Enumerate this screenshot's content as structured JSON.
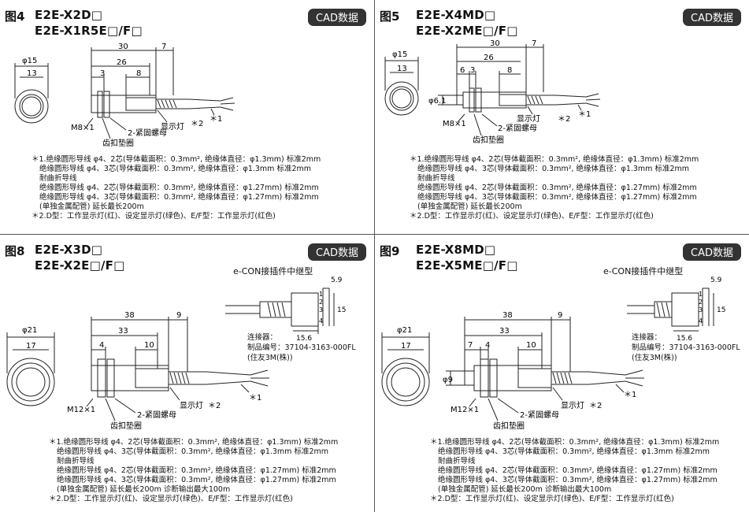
{
  "panels": [
    {
      "fig": "图4",
      "model_1": "E2E-X2D□",
      "model_2": "E2E-X1R5E□/F□",
      "cad": "CAD数据",
      "dims": {
        "d1": "φ15",
        "d2": "13",
        "len_30": "30",
        "len_7": "7",
        "len_26": "26",
        "len_3": "3",
        "len_8": "8"
      },
      "labels": {
        "thread": "M8×1",
        "nut": "2-紧固螺母",
        "washer": "齿扣垫圈",
        "lamp": "显示灯",
        "star2": "＊2",
        "star1": "＊1"
      },
      "notes": [
        "＊1.绝缘圆形导线 φ4、2芯(导体截面积：0.3mm², 绝缘体直径：φ1.3mm) 标准2mm",
        "绝缘圆形导线 φ4、3芯(导体截面积：0.3mm², 绝缘体直径：φ1.3mm 标准2mm",
        "耐曲折导线",
        "绝缘圆形导线 φ4、2芯(导体截面积：0.3mm², 绝缘体直径：φ1.27mm) 标准2mm",
        "绝缘圆形导线 φ4、3芯(导体截面积：0.3mm², 绝缘体直径：φ1.27mm) 标准2mm",
        "(单独金属配管) 延长最长200m",
        "＊2.D型：工作显示灯(红)、设定显示灯(绿色)、E/F型：工作显示灯(红色)"
      ]
    },
    {
      "fig": "图5",
      "model_1": "E2E-X4MD□",
      "model_2": "E2E-X2ME□/F□",
      "cad": "CAD数据",
      "dims": {
        "d1": "φ15",
        "d2": "13",
        "len_30": "30",
        "len_7": "7",
        "len_26": "26",
        "len_6": "6",
        "len_3": "3",
        "len_8": "8",
        "dia_inner": "φ6.1"
      },
      "labels": {
        "thread": "M8×1",
        "nut": "2-紧固螺母",
        "washer": "齿扣垫圈",
        "lamp": "显示灯",
        "star2": "＊2",
        "star1": "＊1"
      },
      "notes": [
        "＊1.绝缘圆形导线 φ4、2芯(导体截面积：0.3mm², 绝缘体直径：φ1.3mm) 标准2mm",
        "绝缘圆形导线 φ4、3芯(导体截面积：0.3mm², 绝缘体直径：φ1.3mm 标准2mm",
        "耐曲折导线",
        "绝缘圆形导线 φ4、2芯(导体截面积：0.3mm², 绝缘体直径：φ1.27mm) 标准2mm",
        "绝缘圆形导线 φ4、3芯(导体截面积：0.3mm², 绝缘体直径：φ1.27mm) 标准2mm",
        "(单独金属配管) 延长最长200m",
        "＊2.D型：工作显示灯(红)、设定显示灯(绿色)、E/F型：工作显示灯(红色)"
      ]
    },
    {
      "fig": "图8",
      "model_1": "E2E-X3D□",
      "model_2": "E2E-X2E□/F□",
      "cad": "CAD数据",
      "econ": "e-CON接插件中继型",
      "connector": [
        "连接器：",
        "制品编号：37104-3163-000FL",
        "(住友3M(株))"
      ],
      "econ_dims": {
        "w": "5.9",
        "h": "15",
        "l": "15.6"
      },
      "pins": [
        "1",
        "2",
        "3",
        "4"
      ],
      "dims": {
        "d1": "φ21",
        "d2": "17",
        "len_38": "38",
        "len_9": "9",
        "len_33": "33",
        "len_4": "4",
        "len_10": "10"
      },
      "labels": {
        "thread": "M12×1",
        "nut": "2-紧固螺母",
        "washer": "齿扣垫圈",
        "lamp": "显示灯",
        "star2": "＊2",
        "star1": "＊1"
      },
      "notes": [
        "＊1.绝缘圆形导线 φ4、2芯(导体截面积：0.3mm², 绝缘体直径：φ1.3mm) 标准2mm",
        "绝缘圆形导线 φ4、3芯(导体截面积：0.3mm², 绝缘体直径：φ1.3mm 标准2mm",
        "耐曲折导线",
        "绝缘圆形导线 φ4、2芯(导体截面积：0.3mm², 绝缘体直径：φ1.27mm) 标准2mm",
        "绝缘圆形导线 φ4、3芯(导体截面积：0.3mm², 绝缘体直径：φ1.27mm) 标准2mm",
        "(单独金属配管) 延长最长200m  诊断输出最大100m",
        "＊2.D型：工作显示灯(红)、设定显示灯(绿色)、E/F型：工作显示灯(红色)"
      ]
    },
    {
      "fig": "图9",
      "model_1": "E2E-X8MD□",
      "model_2": "E2E-X5ME□/F□",
      "cad": "CAD数据",
      "econ": "e-CON接插件中继型",
      "connector": [
        "连接器：",
        "制品编号：37104-3163-000FL",
        "(住友3M(株))"
      ],
      "econ_dims": {
        "w": "5.9",
        "h": "15",
        "l": "15.6"
      },
      "pins": [
        "1",
        "2",
        "3",
        "4"
      ],
      "dims": {
        "d1": "φ21",
        "d2": "17",
        "len_38": "38",
        "len_9": "9",
        "len_33": "33",
        "len_7": "7",
        "len_4": "4",
        "len_10": "10",
        "dia_inner": "φ9"
      },
      "labels": {
        "thread": "M12×1",
        "nut": "2-紧固螺母",
        "washer": "齿扣垫圈",
        "lamp": "显示灯",
        "star2": "＊2",
        "star1": "＊1"
      },
      "notes": [
        "＊1.绝缘圆形导线 φ4、2芯(导体截面积：0.3mm², 绝缘体直径：φ1.3mm) 标准2mm",
        "绝缘圆形导线 φ4、3芯(导体截面积：0.3mm², 绝缘体直径：φ1.3mm 标准2mm",
        "耐曲折导线",
        "绝缘圆形导线 φ4、2芯(导体截面积：0.3mm², 绝缘体直径：φ1.27mm) 标准2mm",
        "绝缘圆形导线 φ4、3芯(导体截面积：0.3mm², 绝缘体直径：φ1.27mm) 标准2mm",
        "(单独金属配管) 延长最长200m  诊断输出最大100m",
        "＊2.D型：工作显示灯(红)、设定显示灯(绿色)、E/F型：工作显示灯(红色)"
      ]
    }
  ]
}
